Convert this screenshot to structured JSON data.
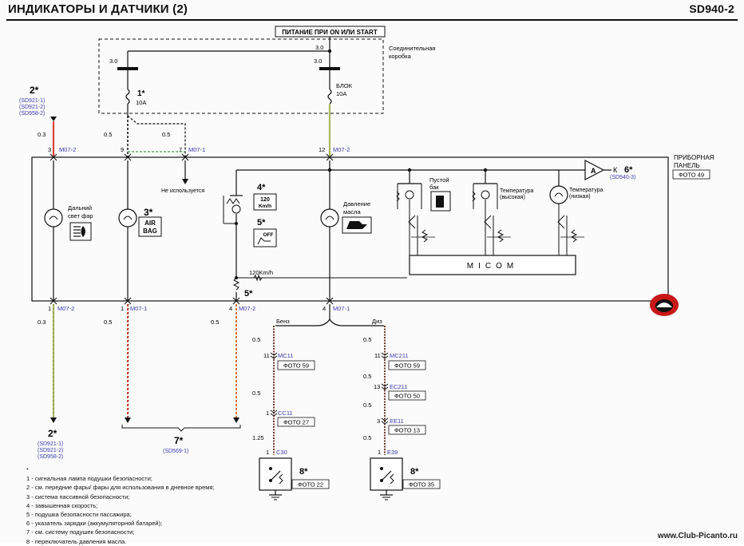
{
  "header": {
    "title": "ИНДИКАТОРЫ И ДАТЧИКИ (2)",
    "code": "SD940-2"
  },
  "power": {
    "label": "ПИТАНИЕ ПРИ ON ИЛИ START",
    "junction_box": [
      "Соединительная",
      "коробка"
    ],
    "left_voltage_top": "3.0",
    "right_voltage_top": "3.0",
    "left_voltage": "3.0",
    "right_voltage": "3.0",
    "fuse1_ref": "1*",
    "fuse1_amp": "10A",
    "fuse2_name": "БЛОК",
    "fuse2_amp": "10A"
  },
  "refs_top_left": {
    "num": "2*",
    "items": [
      "(SD921-1)",
      "(SD921-2)",
      "(SD958-2)"
    ]
  },
  "connectors_top": [
    {
      "pin": "3",
      "conn": "M07-2",
      "wire": "0.3"
    },
    {
      "pin": "9",
      "conn": "",
      "wire": "0.5"
    },
    {
      "pin": "7",
      "conn": "M07-1",
      "wire": "0.5"
    },
    {
      "pin": "12",
      "conn": "M07-2",
      "wire": ""
    }
  ],
  "not_used": "Не используется",
  "panel": {
    "title": [
      "ПРИБОРНАЯ",
      "ПАНЕЛЬ"
    ],
    "photo": "ФОТО 49",
    "to_label": "К",
    "to_ref": "6*",
    "to_sd": "(SD940-3)",
    "amp": "A",
    "micom": "MICOM",
    "speed_label": "120Km/h",
    "lamps": {
      "high_beam": [
        "Дальний",
        "свет фар"
      ],
      "airbag_ref": "3*",
      "airbag_text": [
        "AIR",
        "BAG"
      ],
      "overspeed_ref": "4*",
      "overspeed_text": [
        "120",
        "Km/h"
      ],
      "pass_ref": "5*",
      "pass_text": "OFF",
      "oil": [
        "Давление",
        "масла"
      ],
      "fuel": [
        "Пустой",
        "бак"
      ],
      "temp_high": [
        "Температура",
        "(высокая)"
      ],
      "temp_low": [
        "Температура",
        "(низкая)"
      ],
      "resistor_ref": "5*"
    }
  },
  "connectors_bottom": [
    {
      "pin": "1",
      "conn": "M07-2",
      "wire": "0.3"
    },
    {
      "pin": "1",
      "conn": "M07-1",
      "wire": "0.5"
    },
    {
      "pin": "4",
      "conn": "M07-2",
      "wire": "0.5"
    },
    {
      "pin": "4",
      "conn": "M07-1",
      "wire": ""
    }
  ],
  "fuel_branches": {
    "gas": "Бенз",
    "diesel": "Диз"
  },
  "gas_chain": [
    {
      "wire": "0.5",
      "pin": "11",
      "conn": "MC11",
      "photo": "ФОТО 59"
    },
    {
      "wire": "0.5",
      "pin": "1",
      "conn": "CC11",
      "photo": "ФОТО 27"
    },
    {
      "wire": "1.25",
      "pin": "1",
      "conn": "C30",
      "photo": ""
    }
  ],
  "diesel_chain": [
    {
      "wire": "0.5",
      "pin": "11",
      "conn": "MC211",
      "photo": "ФОТО 59"
    },
    {
      "wire": "0.5",
      "pin": "13",
      "conn": "EC211",
      "photo": "ФОТО 50"
    },
    {
      "wire": "0.5",
      "pin": "3",
      "conn": "EE11",
      "photo": "ФОТО 13"
    },
    {
      "wire": "0.5",
      "pin": "1",
      "conn": "E39",
      "photo": ""
    }
  ],
  "switches": [
    {
      "ref": "8*",
      "photo": "ФОТО 22"
    },
    {
      "ref": "8*",
      "photo": "ФОТО 35"
    }
  ],
  "refs_bottom_left": {
    "num": "2*",
    "items": [
      "(SD921-1)",
      "(SD921-2)",
      "(SD958-2)"
    ]
  },
  "refs_bottom_mid": {
    "num": "7*",
    "item": "(SD569-1)"
  },
  "notes": {
    "star": "*",
    "items": [
      "1 - сигнальная лампа подушки безопасности;",
      "2 - см. передние фары/ фары для использования в дневное время;",
      "3 - система пассивной безопасности;",
      "4 - завышенная скорость;",
      "5 - подушка безопасности пассажира;",
      "6 - указатель зарядки (аккумуляторной батарей);",
      "7 - см. систему подушек безопасности;",
      "8 - переключатель давления масла."
    ]
  },
  "footer": {
    "site": "www.Club-Picanto.ru"
  },
  "colors": {
    "wire_red": "#d8443a",
    "wire_green": "#a8b85a",
    "wire_black": "#111111",
    "ref_text": "#3a3ab0",
    "brown": "#8a4a3a"
  }
}
